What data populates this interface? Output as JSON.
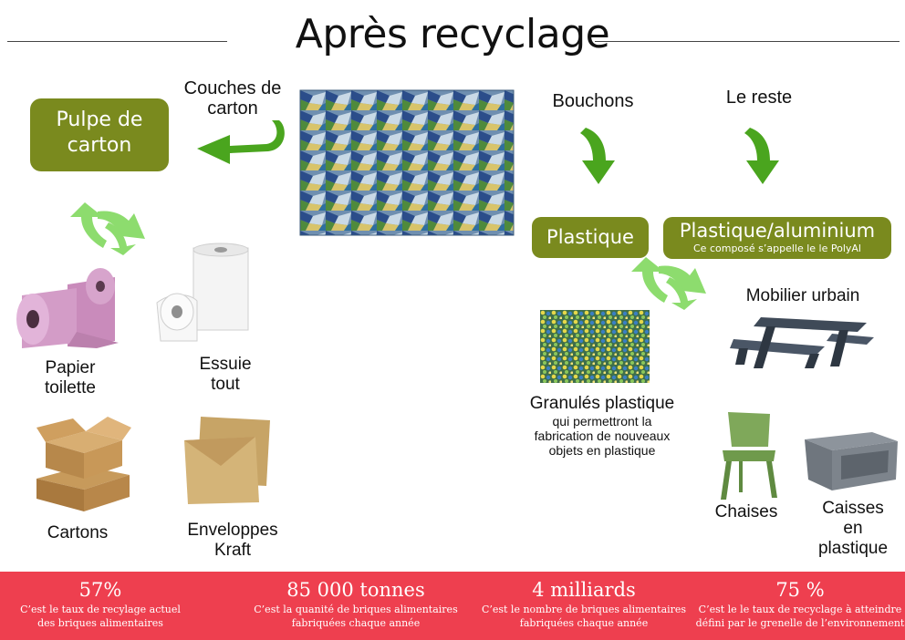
{
  "title": "Après recyclage",
  "colors": {
    "box_green": "#7a8a1e",
    "arrow_green": "#4aa51e",
    "light_green": "#8ddc6e",
    "banner_red": "#ee3f4f"
  },
  "source": {
    "label_lines": [
      "Couches de",
      "carton"
    ]
  },
  "boxes": {
    "pulpe": [
      "Pulpe de",
      "carton"
    ],
    "plastique": "Plastique",
    "polyal_title": "Plastique/aluminium",
    "polyal_sub": "Ce composé s’appelle le le PolyAl"
  },
  "branches": {
    "bouchons": "Bouchons",
    "reste": "Le reste"
  },
  "products": {
    "papier": [
      "Papier",
      "toilette"
    ],
    "essuie": [
      "Essuie",
      "tout"
    ],
    "cartons": "Cartons",
    "enveloppes": [
      "Enveloppes",
      "Kraft"
    ],
    "granules_title": "Granulés plastique",
    "granules_desc": [
      "qui permettront la",
      "fabrication de nouveaux",
      "objets en plastique"
    ],
    "mobilier": "Mobilier urbain",
    "chaises": "Chaises",
    "caisses": [
      "Caisses",
      "en",
      "plastique"
    ]
  },
  "stats": [
    {
      "value": "57%",
      "desc": [
        "C’est le taux de recylage actuel",
        "des briques alimentaires"
      ]
    },
    {
      "value": "85 000 tonnes",
      "desc": [
        "C’est la quanité de briques alimentaires",
        "fabriquées chaque année"
      ]
    },
    {
      "value": "4 milliards",
      "desc": [
        "C’est le nombre de briques alimentaires",
        "fabriquées chaque année"
      ]
    },
    {
      "value": "75 %",
      "desc": [
        "C’est le le taux de recyclage à atteindre",
        "défini par le grenelle de l’environnement"
      ]
    }
  ]
}
